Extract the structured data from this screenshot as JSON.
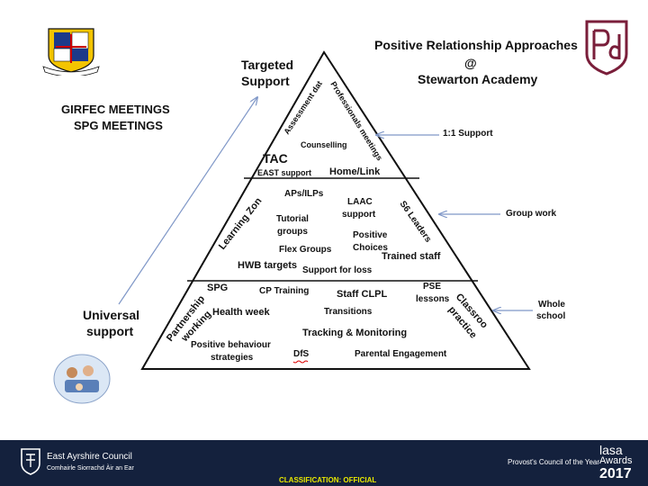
{
  "header": {
    "title_line1": "Positive Relationship Approaches",
    "title_line2": "@",
    "title_line3": "Stewarton Academy"
  },
  "left": {
    "girfec": "GIRFEC MEETINGS",
    "spg": "SPG MEETINGS",
    "universal_line1": "Universal",
    "universal_line2": "support"
  },
  "pyramid": {
    "targeted_line1": "Targeted",
    "targeted_line2": "Support",
    "assessment_data": "Assessment data",
    "professionals_meetings": "Professionals meetings",
    "counselling": "Counselling",
    "tac": "TAC",
    "east_support": "EAST support",
    "home_link": "Home/Link",
    "aps_ilps": "APs/ILPs",
    "laac_line1": "LAAC",
    "laac_line2": "support",
    "s6_leaders": "S6 Leaders",
    "learning_zone": "Learning Zone",
    "tutorial_line1": "Tutorial",
    "tutorial_line2": "groups",
    "positive_choices_line1": "Positive",
    "positive_choices_line2": "Choices",
    "flex_groups": "Flex Groups",
    "trained_staff": "Trained staff",
    "hwb_targets": "HWB targets",
    "support_for_loss": "Support for loss",
    "spg": "SPG",
    "cp_training": "CP Training",
    "staff_clpl": "Staff CLPL",
    "pse_line1": "PSE",
    "pse_line2": "lessons",
    "partnership_line1": "Partnership",
    "partnership_line2": "working",
    "health_week": "Health week",
    "transitions": "Transitions",
    "classroom_line1": "Classroom",
    "classroom_line2": "practice",
    "tracking": "Tracking & Monitoring",
    "positive_behaviour_line1": "Positive behaviour",
    "positive_behaviour_line2": "strategies",
    "dfs": "DfS",
    "parental_engagement": "Parental Engagement"
  },
  "right": {
    "one_to_one": "1:1 Support",
    "group_work": "Group work",
    "whole_line1": "Whole",
    "whole_line2": "school"
  },
  "footer": {
    "council_line1": "East Ayrshire Council",
    "council_line2": "Comhairle Siorrachd Àir an Ear",
    "award_caption": "Provost's Council of the Year",
    "award_logo": "lasa",
    "award_word": "Awards",
    "award_year": "2017",
    "classification": "CLASSIFICATION: OFFICIAL"
  },
  "colors": {
    "footer_bg": "#14213d",
    "pea_logo": "#7a1e3a",
    "classification_text": "#e8e800",
    "arrow": "#7f97c7"
  },
  "icons": [
    "school-crest-icon",
    "pea-logo-icon",
    "council-logo-icon",
    "classroom-photo-icon"
  ]
}
